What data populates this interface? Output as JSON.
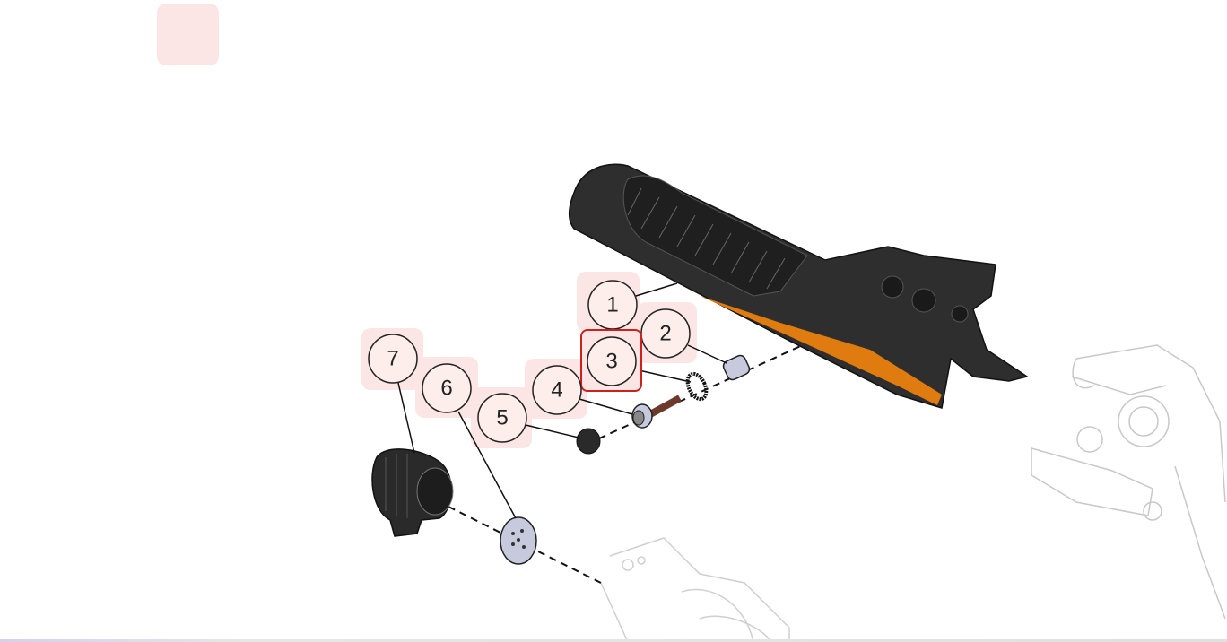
{
  "diagram": {
    "callouts": [
      {
        "label": "1",
        "part": "grip-handle"
      },
      {
        "label": "2",
        "part": "spacer-sleeve"
      },
      {
        "label": "3",
        "part": "lock-washer",
        "selected": true
      },
      {
        "label": "4",
        "part": "screw"
      },
      {
        "label": "5",
        "part": "end-cap"
      },
      {
        "label": "6",
        "part": "plug-insert"
      },
      {
        "label": "7",
        "part": "connector-housing"
      }
    ],
    "colors": {
      "highlight": "#fbe6e5",
      "callout_fill": "#fdeeec",
      "selected_border": "#d0201a",
      "grip": "#2b2b2b",
      "accent": "#e07b10"
    }
  }
}
